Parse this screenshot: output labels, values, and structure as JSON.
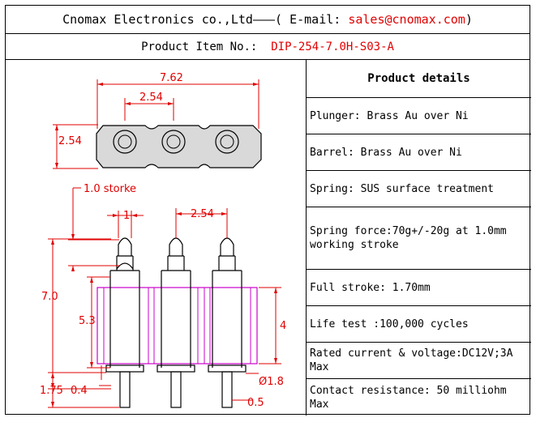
{
  "header": {
    "company": "Cnomax Electronics co.,Ltd",
    "dash": "———",
    "email_label": "( E-mail:",
    "email": "sales@cnomax.com",
    "close_paren": ")"
  },
  "product_item": {
    "label": "Product Item No.:",
    "value": "DIP-254-7.0H-S03-A"
  },
  "details": {
    "title": "Product details",
    "rows": [
      "Plunger: Brass Au over Ni",
      "Barrel: Brass Au over Ni",
      "Spring: SUS surface treatment",
      "Spring force:70g+/-20g at 1.0mm working stroke",
      "Full stroke: 1.70mm",
      "Life test :100,000 cycles",
      "Rated current & voltage:DC12V;3A Max",
      "Contact resistance: 50 milliohm Max"
    ]
  },
  "drawing": {
    "dim_pitch_total": "7.62",
    "dim_pitch": "2.54",
    "dim_height_top": "2.54",
    "stroke_note": "1.0 storke",
    "dim_plunger": "1",
    "dim_pitch_side": "2.54",
    "dim_total_height": "7.0",
    "dim_body": "5.3",
    "dim_housing": "4",
    "dim_tail": "1.75",
    "dim_flange": "0.4",
    "dim_tail_dia": "Ø1.8",
    "dim_tail_thk": "0.5"
  },
  "colors": {
    "dimension": "#e00000",
    "housing": "#cc00cc",
    "pin": "#000000",
    "top_body": "#d9d9d9"
  }
}
